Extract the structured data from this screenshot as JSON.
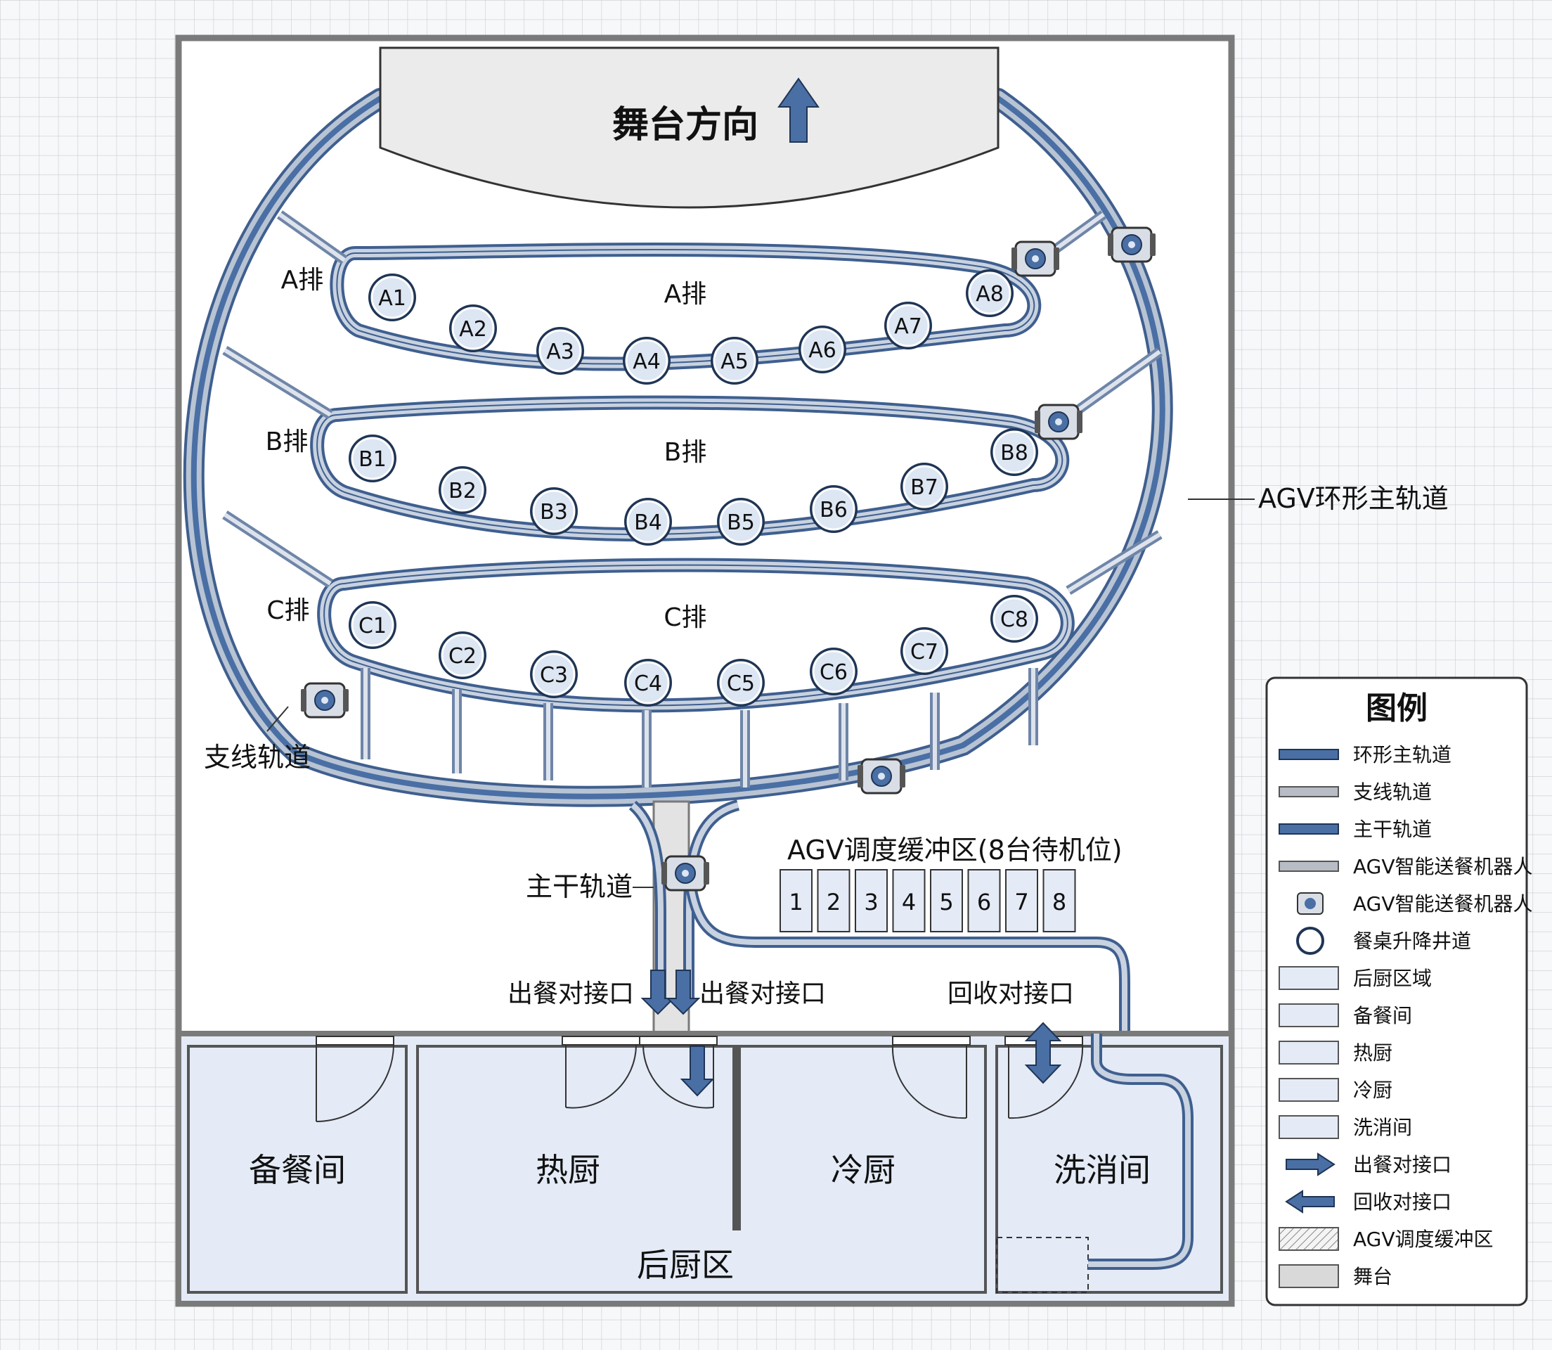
{
  "stage": {
    "label": "舞台方向"
  },
  "rows": [
    {
      "label": "A排",
      "tables": [
        "A1",
        "A2",
        "A3",
        "A4",
        "A5",
        "A6",
        "A7",
        "A8"
      ]
    },
    {
      "label": "B排",
      "tables": [
        "B1",
        "B2",
        "B3",
        "B4",
        "B5",
        "B6",
        "B7",
        "B8"
      ]
    },
    {
      "label": "C排",
      "tables": [
        "C1",
        "C2",
        "C3",
        "C4",
        "C5",
        "C6",
        "C7",
        "C8"
      ]
    }
  ],
  "callouts": {
    "main_loop": "AGV环形主轨道",
    "branch": "支线轨道",
    "trunk": "主干轨道",
    "serve_port": "出餐对接口",
    "recycle_port": "回收对接口"
  },
  "buffer": {
    "title": "AGV调度缓冲区(8台待机位)",
    "slots": [
      "1",
      "2",
      "3",
      "4",
      "5",
      "6",
      "7",
      "8"
    ]
  },
  "rooms": {
    "prep": "备餐间",
    "hot": "热厨",
    "cold": "冷厨",
    "wash": "洗消间",
    "zone": "后厨区"
  },
  "legend": {
    "title": "图例",
    "items": [
      {
        "label": "环形主轨道",
        "swatch": "main-track"
      },
      {
        "label": "支线轨道",
        "swatch": "branch-track"
      },
      {
        "label": "主干轨道",
        "swatch": "trunk-track"
      },
      {
        "label": "AGV智能送餐机器人",
        "swatch": "agv-track"
      },
      {
        "label": "AGV智能送餐机器人",
        "swatch": "robot-icon"
      },
      {
        "label": "餐桌升降井道",
        "swatch": "table-circle"
      },
      {
        "label": "后厨区域",
        "swatch": "room-box"
      },
      {
        "label": "备餐间",
        "swatch": "room-box"
      },
      {
        "label": "热厨",
        "swatch": "room-box"
      },
      {
        "label": "冷厨",
        "swatch": "room-box"
      },
      {
        "label": "洗消间",
        "swatch": "room-box"
      },
      {
        "label": "出餐对接口",
        "swatch": "arrow-right"
      },
      {
        "label": "回收对接口",
        "swatch": "arrow-left"
      },
      {
        "label": "AGV调度缓冲区",
        "swatch": "hatch-box"
      },
      {
        "label": "舞台",
        "swatch": "stage-box"
      }
    ]
  },
  "colors": {
    "track_dark": "#3f5f8f",
    "track_fill": "#b8c4d4",
    "main_blue": "#4a6fa5",
    "room_fill": "#e4ebf6",
    "wall": "#7a7a7a",
    "stage_fill": "#ebebeb",
    "grid": "#c9ccd2"
  }
}
